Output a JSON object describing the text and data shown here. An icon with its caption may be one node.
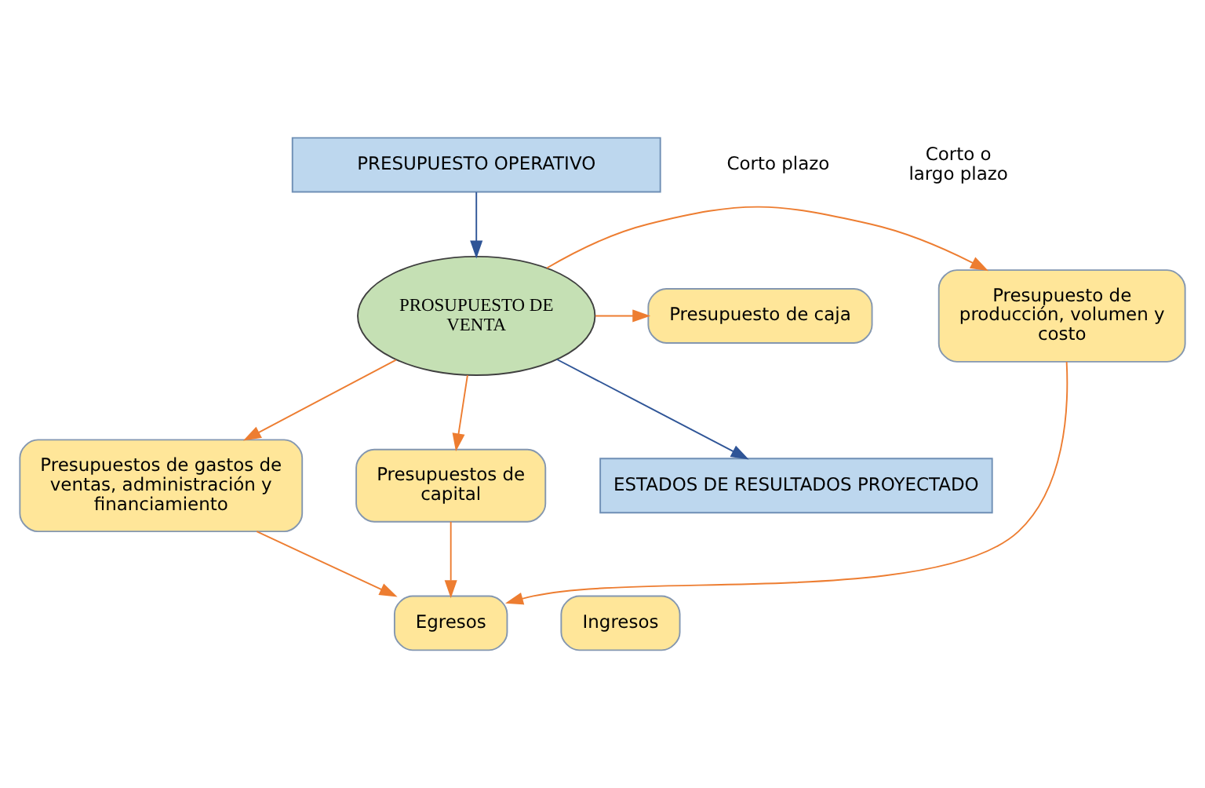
{
  "diagram": {
    "nodes": [
      {
        "text": [
          "PRESUPUESTO OPERATIVO"
        ]
      },
      {
        "text": [
          "PROSUPUESTO DE VENTA"
        ]
      },
      {
        "text": [
          "Presupuesto de producción, volumen y costo"
        ]
      },
      {
        "text": [
          "Presupuesto de caja"
        ]
      },
      {
        "text": [
          "Ingresos"
        ]
      },
      {
        "text": [
          "Egresos"
        ]
      },
      {
        "text": [
          "Presupuestos de gastos de ventas, administración y financiamiento"
        ]
      },
      {
        "text": [
          "Presupuestos de capital"
        ]
      },
      {
        "text": [
          "ESTADOS DE RESULTADOS PROYECTADO"
        ]
      }
    ],
    "edges": [
      {
        "from": 0,
        "to": 1,
        "arrow": "to",
        "color": "#2f5597"
      },
      {
        "from": 1,
        "to": 2,
        "arrow": "to"
      },
      {
        "from": 1,
        "to": 3,
        "arrow": "to"
      },
      {
        "from": 1,
        "to": 6,
        "arrow": "to"
      },
      {
        "from": 1,
        "to": 7,
        "arrow": "to"
      },
      {
        "from": 1,
        "to": 8,
        "arrow": "to",
        "color": "#2f5597"
      },
      {
        "from": 7,
        "to": 5,
        "arrow": "to"
      },
      {
        "from": 6,
        "to": 5,
        "arrow": "to"
      },
      {
        "from": 2,
        "to": 5,
        "arrow": "to"
      }
    ],
    "labels": [
      "Corto plazo",
      "Corto o largo plazo"
    ]
  }
}
